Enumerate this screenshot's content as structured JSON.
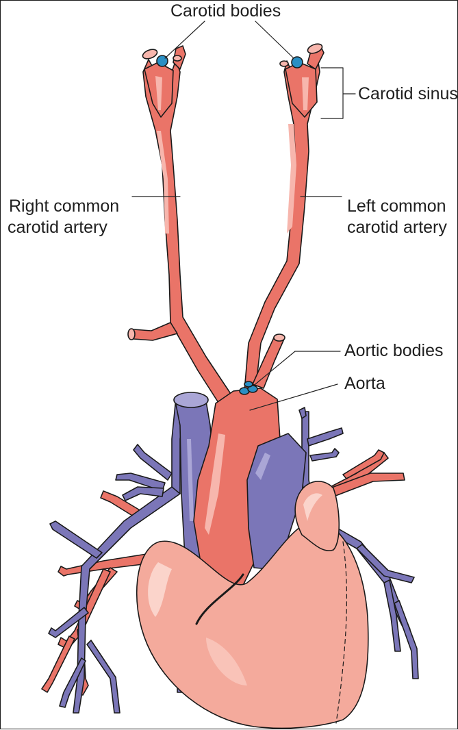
{
  "labels": {
    "carotid_bodies": "Carotid bodies",
    "carotid_sinus": "Carotid sinus",
    "right_common_line1": "Right common",
    "right_common_line2": "carotid artery",
    "left_common_line1": "Left common",
    "left_common_line2": "carotid artery",
    "aortic_bodies": "Aortic bodies",
    "aorta": "Aorta"
  },
  "colors": {
    "artery": "#ea7468",
    "artery_highlight": "#f7b6ad",
    "vein": "#7b76b8",
    "vein_highlight": "#aaa6d6",
    "heart": "#f4aa9c",
    "heart_highlight": "#fbd4cb",
    "chemoreceptor": "#2a8fc4",
    "outline": "#1a1a1a",
    "leader_line": "#222222"
  }
}
